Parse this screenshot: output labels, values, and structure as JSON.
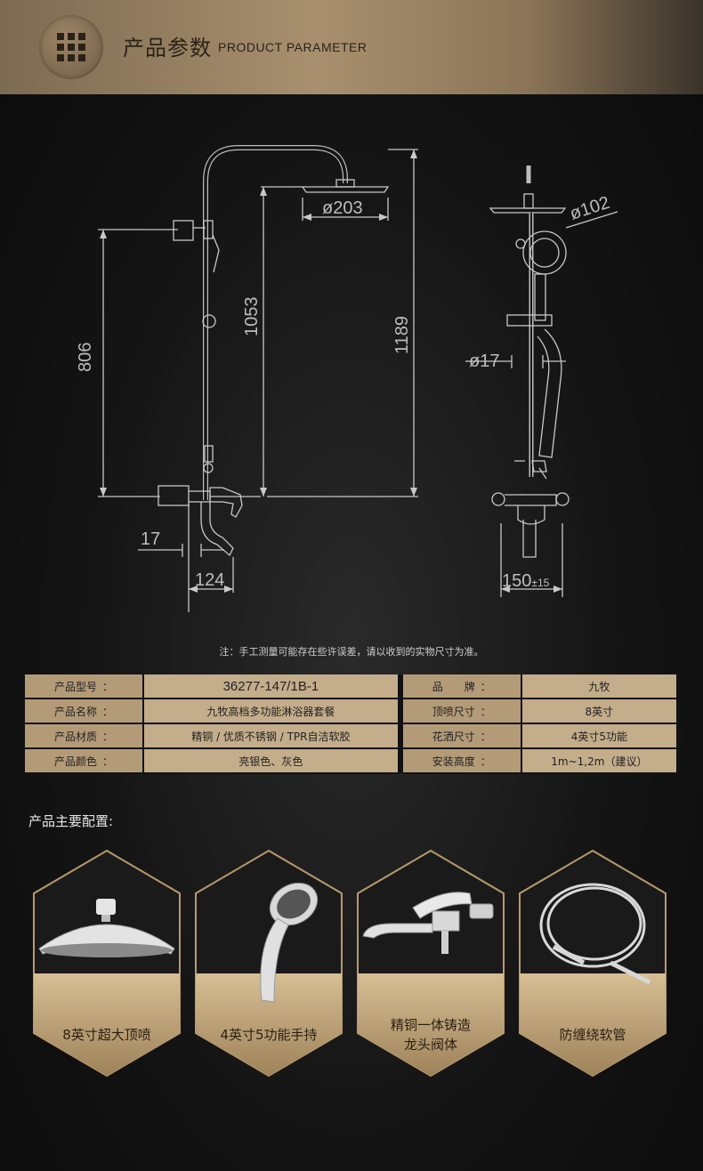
{
  "header": {
    "title_cn": "产品参数",
    "title_en": "PRODUCT PARAMETER",
    "icon": "grid-icon"
  },
  "diagram": {
    "dims": {
      "head_diameter": "ø203",
      "handheld_diameter": "ø102",
      "bar_diameter": "ø17",
      "h_806": "806",
      "h_1053": "1053",
      "h_1189": "1189",
      "w_17": "17",
      "w_124": "124",
      "w_150": "150",
      "w_150_tol": "±15"
    }
  },
  "note": "注：手工测量可能存在些许误差，请以收到的实物尺寸为准。",
  "specs": [
    {
      "label": "产品型号",
      "value": "36277-147/1B-1",
      "label2": "品　　牌",
      "value2": "九牧"
    },
    {
      "label": "产品名称",
      "value": "九牧高档多功能淋浴器套餐",
      "label2": "顶喷尺寸",
      "value2": "8英寸"
    },
    {
      "label": "产品材质",
      "value": "精铜 / 优质不锈钢 / TPR自洁软胶",
      "label2": "花洒尺寸",
      "value2": "4英寸5功能"
    },
    {
      "label": "产品颜色",
      "value": "亮银色、灰色",
      "label2": "安装高度",
      "value2": "1m~1,2m（建议）"
    }
  ],
  "colon": "：",
  "features_title": "产品主要配置:",
  "features": [
    {
      "line1": "8英寸超大顶喷",
      "line2": "",
      "icon": "rain-shower-head-icon"
    },
    {
      "line1": "4英寸5功能手持",
      "line2": "",
      "icon": "handheld-shower-icon"
    },
    {
      "line1": "精铜一体铸造",
      "line2": "龙头阀体",
      "icon": "faucet-valve-icon"
    },
    {
      "line1": "防缠绕软管",
      "line2": "",
      "icon": "shower-hose-icon"
    }
  ],
  "colors": {
    "gold": "#b49b78",
    "gold_light": "#c4ad8b",
    "background": "#141414",
    "line": "#c8c8c8"
  }
}
